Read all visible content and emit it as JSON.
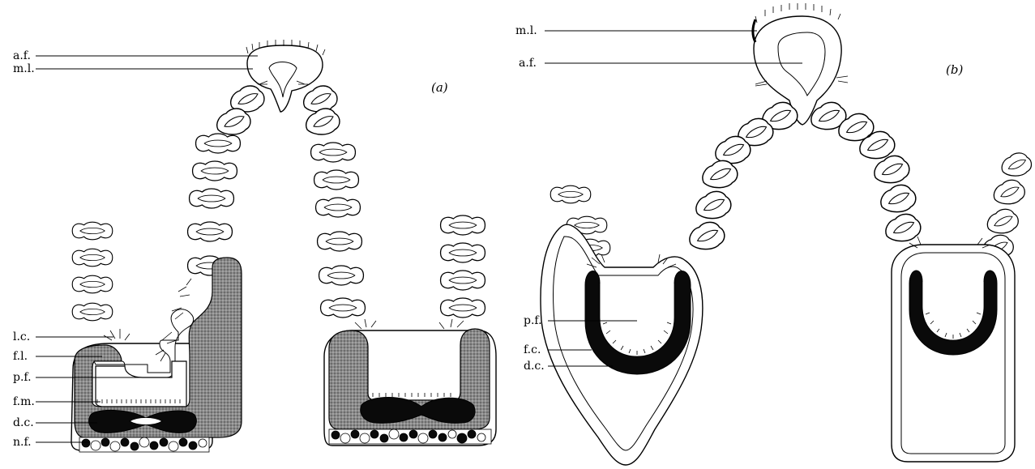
{
  "panels": {
    "a": {
      "tag": "(a)",
      "labels": {
        "af": "a.f.",
        "ml": "m.l.",
        "lc": "l.c.",
        "fl": "f.l.",
        "pf": "p.f.",
        "fm": "f.m.",
        "dc": "d.c.",
        "nf": "n.f."
      }
    },
    "b": {
      "tag": "(b)",
      "labels": {
        "ml": "m.l.",
        "af": "a.f.",
        "pf": "p.f.",
        "fc": "f.c.",
        "dc": "d.c."
      }
    }
  }
}
